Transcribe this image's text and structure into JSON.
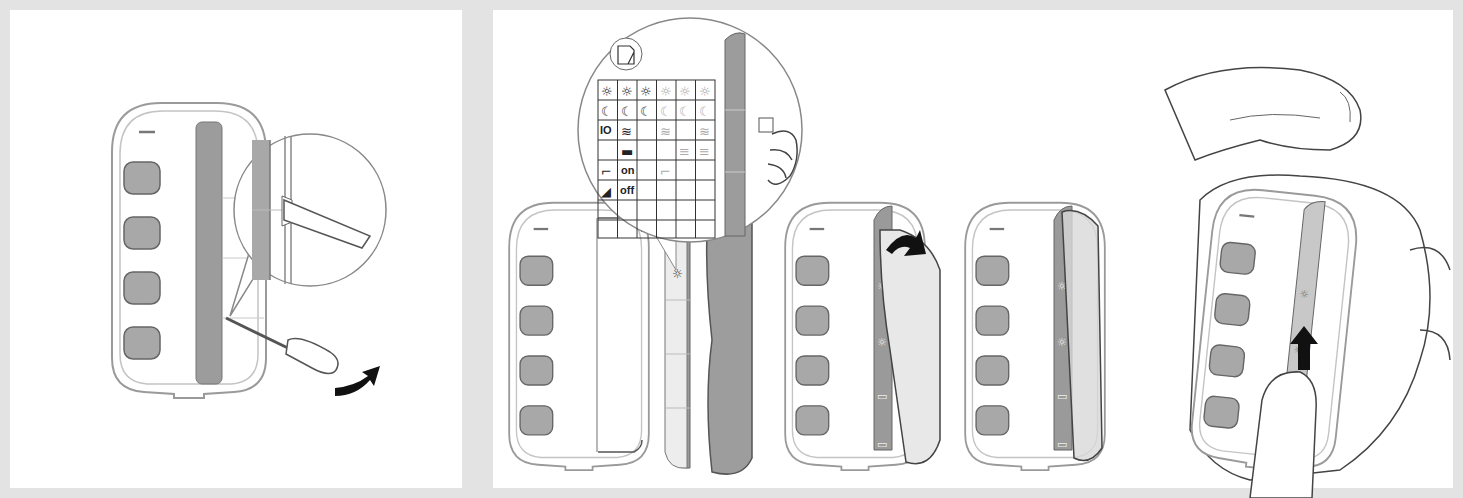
{
  "diagram": {
    "labels": [
      "IO",
      "on",
      "off"
    ]
  }
}
